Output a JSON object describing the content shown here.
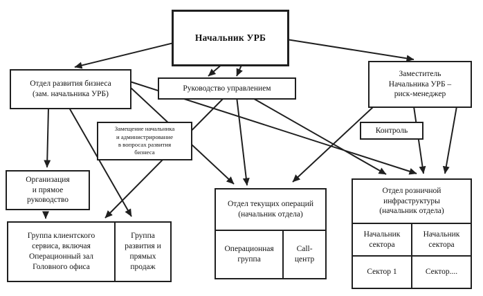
{
  "diagram": {
    "kind": "org-structure-flowchart",
    "ink_color": "#1f1f1f",
    "background_color": "#ffffff",
    "nodes": {
      "head": {
        "label": "Начальник УРБ"
      },
      "biz_dev": {
        "line1": "Отдел развития бизнеса",
        "line2": "(зам. начальника УРБ)"
      },
      "management": {
        "label": "Руководство управлением"
      },
      "deputy": {
        "line1": "Заместитель",
        "line2": "Начальника УРБ –",
        "line3": "риск-менеджер"
      },
      "substitution": {
        "line1": "Замещение начальника",
        "line2": "и администрирование",
        "line3": "в вопросах развития",
        "line4": "бизнеса"
      },
      "control": {
        "label": "Контроль"
      },
      "organization": {
        "line1": "Организация",
        "line2": "и прямое",
        "line3": "руководство"
      },
      "client_group": {
        "line1": "Группа клиентского",
        "line2": "сервиса, включая",
        "line3": "Операционный зал",
        "line4": "Головного офиса"
      },
      "sales_group": {
        "line1": "Группа",
        "line2": "развития и",
        "line3": "прямых",
        "line4": "продаж"
      },
      "current_ops": {
        "line1": "Отдел текущих операций",
        "line2": "(начальник отдела)"
      },
      "ops_group": {
        "line1": "Операционная",
        "line2": "группа"
      },
      "call_center": {
        "line1": "Call-",
        "line2": "центр"
      },
      "retail": {
        "line1": "Отдел розничной",
        "line2": "инфраструктуры",
        "line3": "(начальник отдела)"
      },
      "sector_head_1": {
        "line1": "Начальник",
        "line2": "сектора"
      },
      "sector_head_2": {
        "line1": "Начальник",
        "line2": "сектора"
      },
      "sector_1": {
        "label": "Сектор 1"
      },
      "sector_n": {
        "label": "Сектор...."
      }
    }
  }
}
